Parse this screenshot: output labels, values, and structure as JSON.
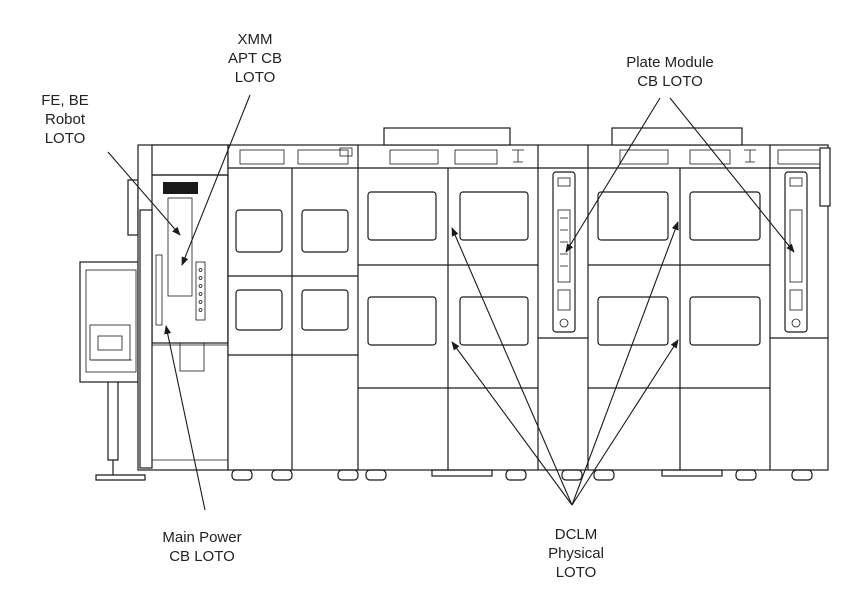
{
  "callouts": {
    "xmm": {
      "lines": [
        "XMM",
        "APT CB",
        "LOTO"
      ]
    },
    "fe_be": {
      "lines": [
        "FE, BE",
        "Robot",
        "LOTO"
      ]
    },
    "plate": {
      "lines": [
        "Plate Module",
        "CB LOTO"
      ]
    },
    "main_power": {
      "lines": [
        "Main Power",
        "CB LOTO"
      ]
    },
    "dclm": {
      "lines": [
        "DCLM",
        "Physical",
        "LOTO"
      ]
    }
  },
  "colors": {
    "line": "#1a1a1a",
    "text": "#222222",
    "background": "#ffffff"
  }
}
